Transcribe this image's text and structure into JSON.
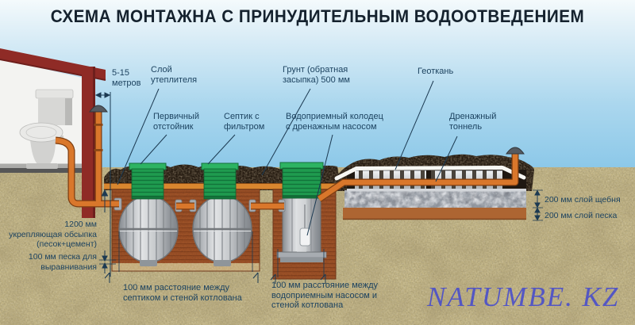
{
  "title": "СХЕМА МОНТАЖНА С ПРИНУДИТЕЛЬНЫМ ВОДООТВЕДЕНИЕМ",
  "watermark": "NATUMBE. KZ",
  "labels": {
    "distance_house": "5-15\nметров",
    "insulation_layer": "Слой\nутеплителя",
    "backfill_soil": "Грунт (обратная\nзасыпка) 500 мм",
    "geotextile": "Геоткань",
    "primary_settler": "Первичный\nотстойник",
    "septic_filter": "Септик с\nфильтром",
    "receiving_well": "Водоприемный колодец\nс дренажным насосом",
    "drainage_tunnel": "Дренажный\nтоннель",
    "reinforcing_backfill": "1200 мм\nукрепляющая обсыпка\n(песок+цемент)",
    "leveling_sand": "100 мм песка для\nвыравнивания",
    "gravel_layer": "200 мм слой щебня",
    "sand_layer": "200 мм слой песка",
    "gap_septic": "100 мм расстояние между\nсептиком и стеной котлована",
    "gap_pump": "100 мм расстояние между\nводоприемным насосом и\nстеной котлована"
  },
  "colors": {
    "sky_top": "#f4fafc",
    "sky_bottom": "#57ace0",
    "sand_ground": "#c9bb8a",
    "topsoil_dark": "#251b11",
    "pit_brown": "#9c5026",
    "insulation_orange": "#d8862f",
    "pipe_orange": "#d9772b",
    "tank_green": "#1f9b4f",
    "tank_grey": "#c6c9cc",
    "roof_red": "#8f2b26",
    "line_navy": "#1c3a52",
    "geotextile_white": "#f7f7f3",
    "stone_grey": "#9aa0a8",
    "watermark_blue": "#3b42d4"
  }
}
